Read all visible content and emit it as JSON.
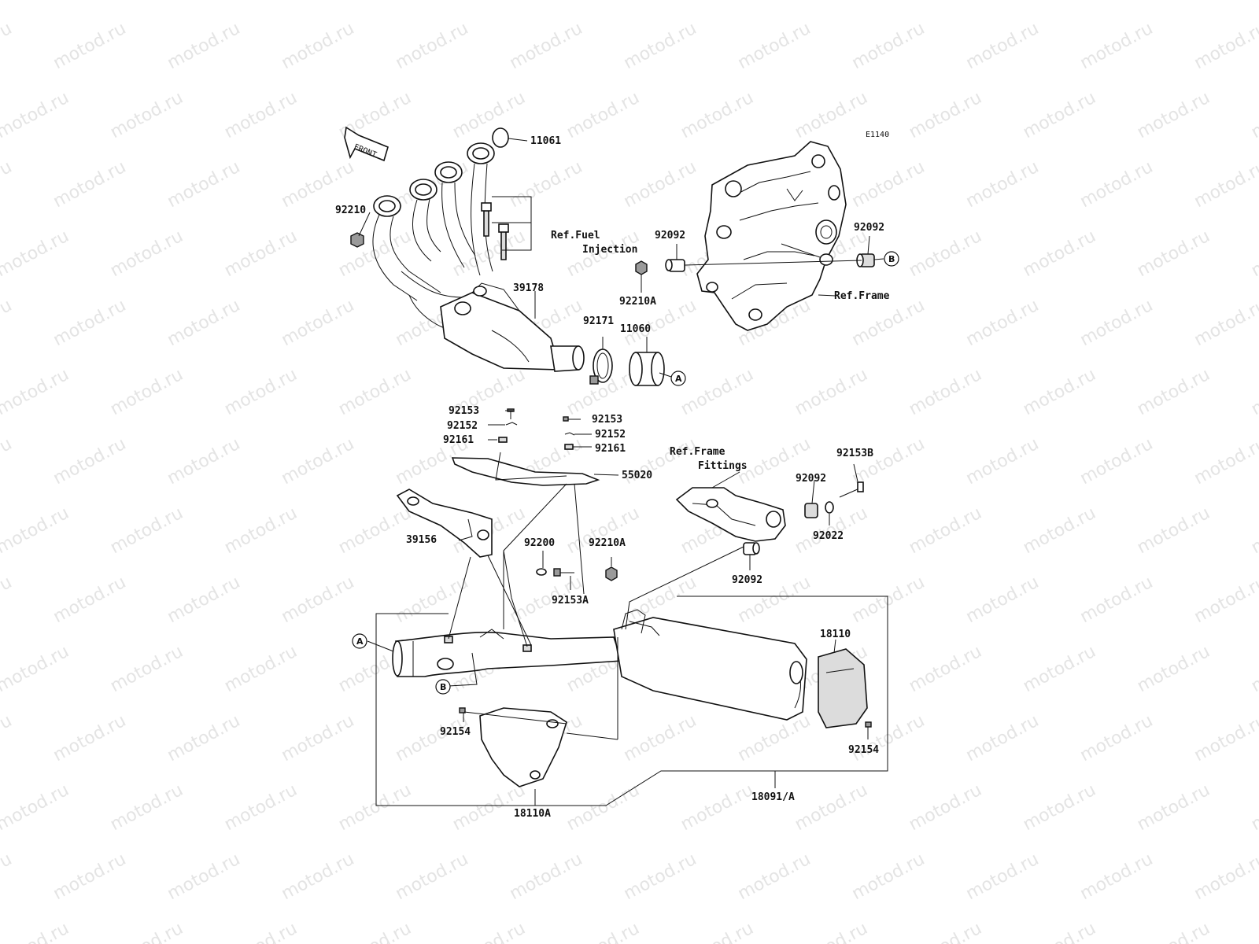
{
  "diagram": {
    "code": "E1140",
    "front_label": "FRONT",
    "watermark": "motod.ru",
    "parts": [
      "11061",
      "92210",
      "39178",
      "92171",
      "11060",
      "92092",
      "92210A",
      "92092",
      "92153",
      "92152",
      "92161",
      "92153",
      "92152",
      "92161",
      "55020",
      "39156",
      "92200",
      "92210A",
      "92153A",
      "92153B",
      "92092",
      "92022",
      "92092",
      "18110",
      "92154",
      "92154",
      "18110A",
      "18091/A"
    ],
    "refs": {
      "fuel_line1": "Ref.Fuel",
      "fuel_line2": "Injection",
      "frame": "Ref.Frame",
      "frame_fit_line1": "Ref.Frame",
      "frame_fit_line2": "Fittings"
    },
    "markers": [
      "A",
      "A",
      "B",
      "B"
    ]
  }
}
